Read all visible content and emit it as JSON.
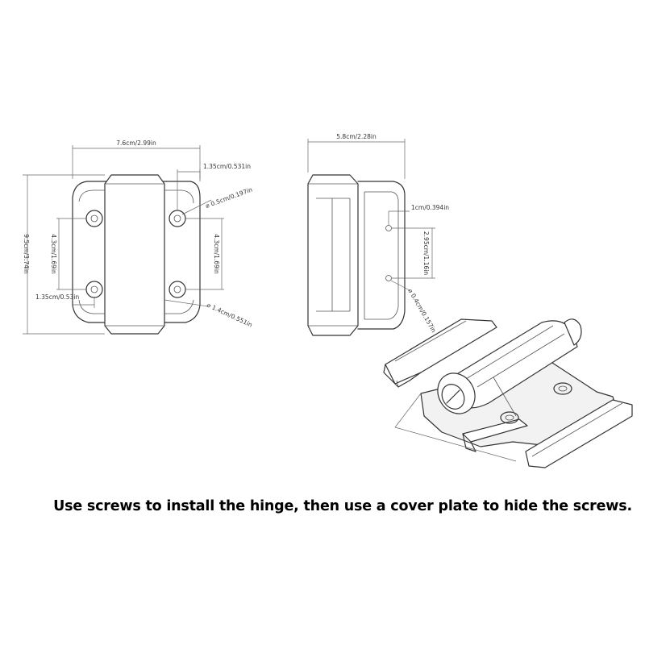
{
  "caption": "Use screws to install the hinge, then use a cover plate to hide the screws.",
  "front_view": {
    "width_label": "7.6cm/2.99in",
    "height_label": "9.5cm/3.74in",
    "edge_offset_top_label": "1.35cm/0.531in",
    "edge_offset_bottom_label": "1.35cm/0.53in",
    "hole_diameter_label": "0.5cm/0.197in",
    "hole_spacing_left_label": "4.3cm/1.69in",
    "hole_spacing_right_label": "4.3cm/1.69in",
    "pin_diameter_label": "1.4cm/0.551in"
  },
  "side_view": {
    "width_label": "5.8cm/2.28in",
    "offset_label": "1cm/0.394in",
    "hole_spacing_label": "2.95cm/1.16in",
    "hole_diameter_label": "0.4cm/0.157in"
  }
}
